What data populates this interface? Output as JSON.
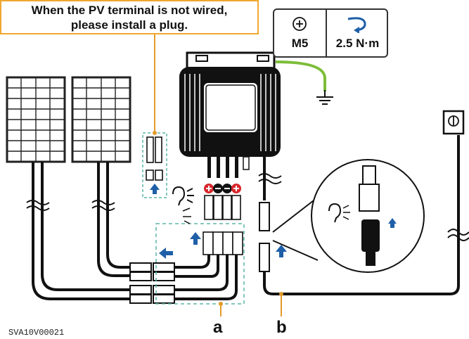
{
  "note": {
    "line1": "When the PV terminal is not wired,",
    "line2": "please install a plug."
  },
  "torque_spec": {
    "bolt": "M5",
    "torque": "2.5 N·m"
  },
  "labels": {
    "a": "a",
    "b": "b"
  },
  "figure_code": "SVA10V00021",
  "colors": {
    "note_border": "#f0a830",
    "ground_wire": "#7dbd3a",
    "arrow_blue": "#1e5fa8",
    "positive_red": "#d8262b",
    "dashed_box": "#5bb5a8",
    "callout_orange": "#e39a2a"
  }
}
